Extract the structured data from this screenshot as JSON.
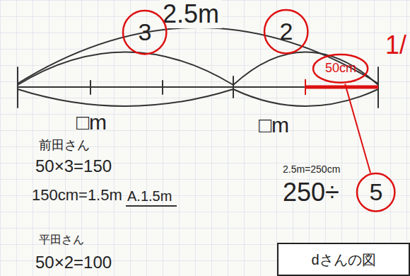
{
  "diagram": {
    "nodes": [
      {
        "text": [
          "3"
        ]
      },
      {
        "text": [
          "2"
        ]
      },
      {
        "text": [
          "50cm"
        ]
      },
      {
        "text": [
          "5"
        ]
      },
      {
        "text": [
          "dさんの図"
        ]
      }
    ],
    "edges": [
      {
        "from": 2,
        "to": 3,
        "arrow": "none"
      }
    ],
    "labels": [
      "2.5m",
      "1/",
      "□m",
      "□m",
      "前田さん",
      "50×3=150",
      "150cm=1.5m",
      "A.1.5m",
      "2.5m=250cm",
      "250÷",
      "平田さん",
      "50×2=100"
    ]
  }
}
